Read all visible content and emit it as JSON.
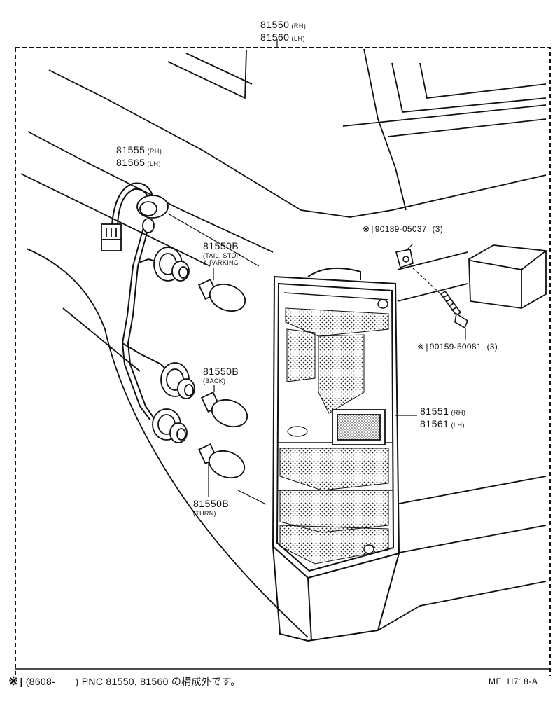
{
  "part_groups": {
    "lamp_assy": {
      "rh": "81550",
      "rh_side": "(RH)",
      "lh": "81560",
      "lh_side": "(LH)"
    },
    "socket_wire": {
      "rh": "81555",
      "rh_side": "(RH)",
      "lh": "81565",
      "lh_side": "(LH)"
    },
    "lens": {
      "rh": "81551",
      "rh_side": "(RH)",
      "lh": "81561",
      "lh_side": "(LH)"
    }
  },
  "bulbs": [
    {
      "number": "81550B",
      "desc_line1": "(TAIL, STOP",
      "desc_line2": "& PARKING"
    },
    {
      "number": "81550B",
      "desc_line1": "(BACK)"
    },
    {
      "number": "81550B",
      "desc_line1": "(TURN)"
    }
  ],
  "fasteners": {
    "nut": {
      "mark": "※",
      "code": "90189-05037",
      "qty": "(3)"
    },
    "screw": {
      "mark": "※",
      "code": "90159-50081",
      "qty": "(3)"
    }
  },
  "footnote": {
    "mark": "※",
    "text": "(8608-　　) PNC 81550, 81560 の構成外です。"
  },
  "figure_ref": "ME  H718-A"
}
